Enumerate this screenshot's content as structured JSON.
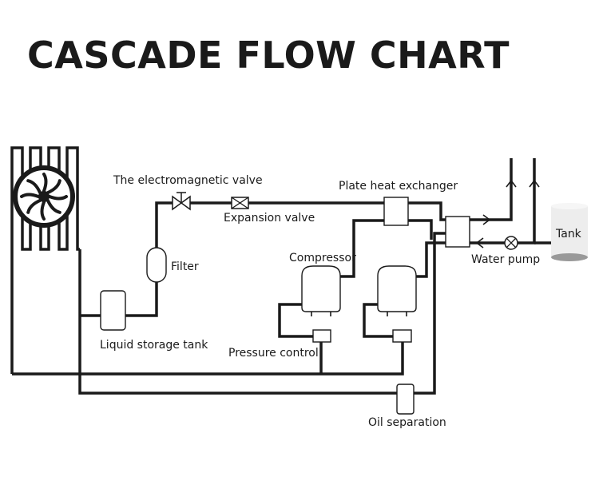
{
  "title": "CASCADE FLOW CHART",
  "labels": {
    "electromagnetic_valve": "The electromagnetic valve",
    "plate_heat_exchanger": "Plate heat exchanger",
    "expansion_valve": "Expansion valve",
    "filter": "Filter",
    "compressor": "Compressor",
    "liquid_storage_tank": "Liquid storage tank",
    "pressure_control": "Pressure control",
    "oil_separation": "Oil separation",
    "water_pump": "Water pump",
    "tank": "Tank"
  }
}
